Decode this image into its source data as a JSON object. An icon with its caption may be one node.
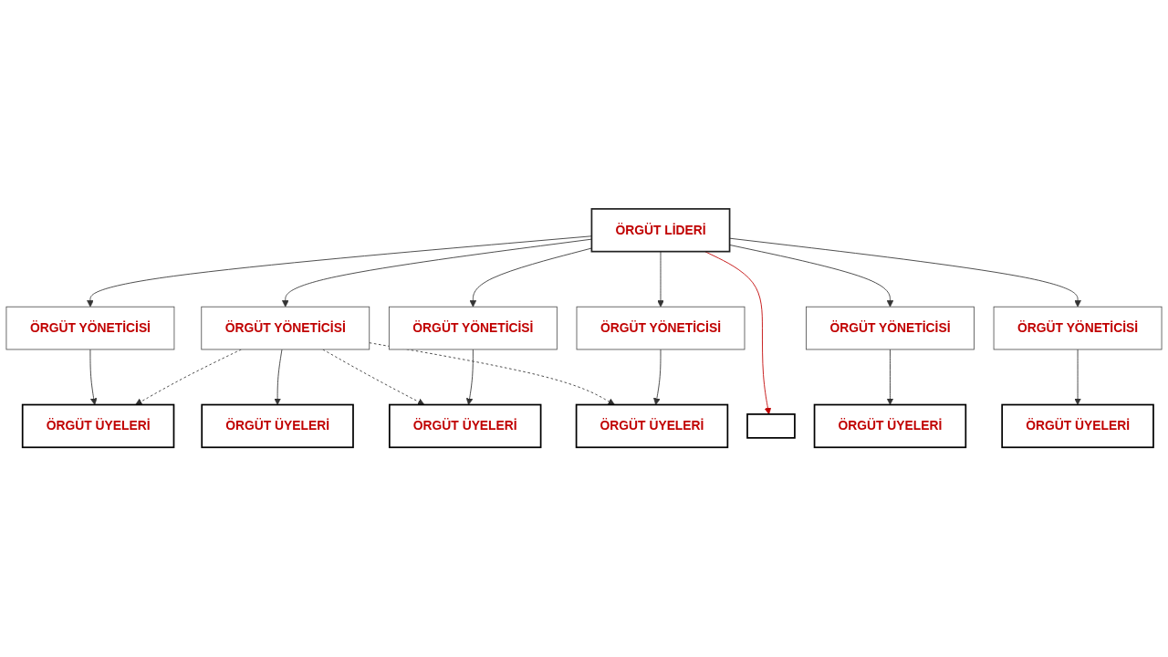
{
  "diagram": {
    "nodes": [
      {
        "text": [
          "ÖRGÜT LİDERİ"
        ]
      },
      {
        "text": [
          "ÖRGÜT YÖNETİCİSİ"
        ]
      },
      {
        "text": [
          "ÖRGÜT YÖNETİCİSİ"
        ]
      },
      {
        "text": [
          "ÖRGÜT YÖNETİCİSİ"
        ]
      },
      {
        "text": [
          "ÖRGÜT YÖNETİCİSİ"
        ]
      },
      {
        "text": [
          "ÖRGÜT YÖNETİCİSİ"
        ]
      },
      {
        "text": [
          "ÖRGÜT YÖNETİCİSİ"
        ]
      },
      {
        "text": [
          "ÖRGÜT ÜYELERİ"
        ]
      },
      {
        "text": [
          "ÖRGÜT ÜYELERİ"
        ]
      },
      {
        "text": [
          "ÖRGÜT ÜYELERİ"
        ]
      },
      {
        "text": [],
        "shape": "box"
      },
      {
        "text": [
          "ÖRGÜT ÜYELERİ"
        ]
      },
      {
        "text": [
          "ÖRGÜT ÜYELERİ"
        ]
      },
      {
        "text": [
          "ÖRGÜT ÜYELERİ"
        ]
      }
    ],
    "edges": [
      {
        "from": 0,
        "to": 1,
        "arrow": "to"
      },
      {
        "from": 0,
        "to": 2,
        "arrow": "to"
      },
      {
        "from": 0,
        "to": 3,
        "arrow": "to"
      },
      {
        "from": 0,
        "to": 4,
        "arrow": "to"
      },
      {
        "from": 0,
        "to": 5,
        "arrow": "to"
      },
      {
        "from": 0,
        "to": 6,
        "arrow": "to"
      },
      {
        "from": 0,
        "to": 10,
        "arrow": "to",
        "color": "#c00000"
      },
      {
        "from": 1,
        "to": 7,
        "arrow": "to"
      },
      {
        "from": 2,
        "to": 7,
        "arrow": "to",
        "style": "dashed"
      },
      {
        "from": 2,
        "to": 8,
        "arrow": "to"
      },
      {
        "from": 2,
        "to": 9,
        "arrow": "to",
        "style": "dashed"
      },
      {
        "from": 2,
        "to": 11,
        "arrow": "to",
        "style": "dashed"
      },
      {
        "from": 3,
        "to": 9,
        "arrow": "to"
      },
      {
        "from": 4,
        "to": 11,
        "arrow": "to"
      },
      {
        "from": 5,
        "to": 12,
        "arrow": "to"
      },
      {
        "from": 6,
        "to": 13,
        "arrow": "to"
      }
    ]
  }
}
